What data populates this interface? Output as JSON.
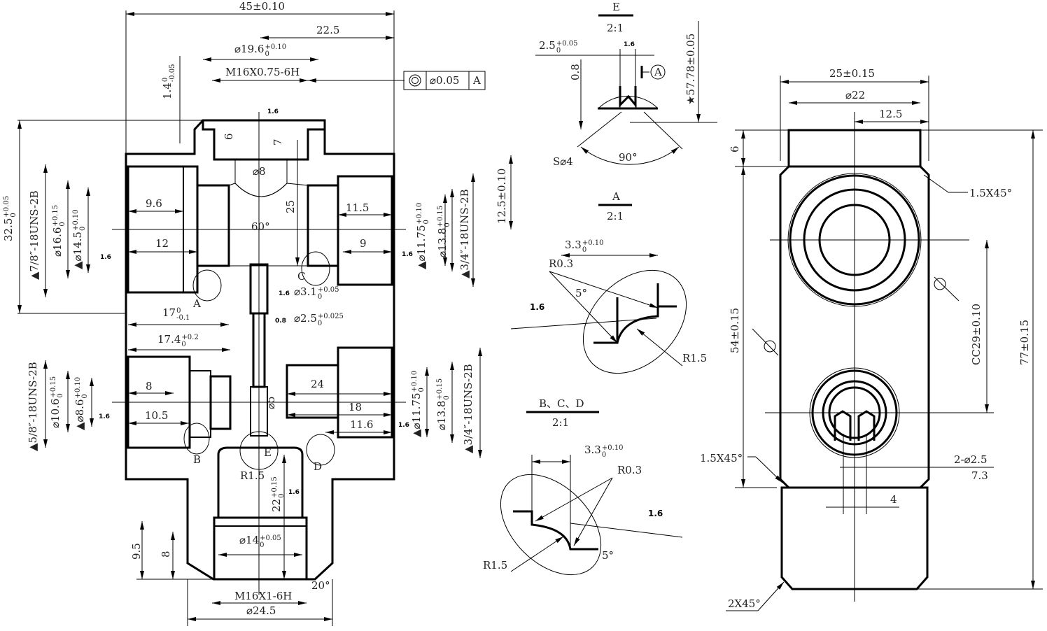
{
  "main_view": {
    "overall_width": "45±0.10",
    "half_width": "22.5",
    "top_counterbore_dia": "⌀19.6",
    "top_counterbore_tol": [
      "+0.10",
      "0"
    ],
    "top_thread": "M16X0.75-6H",
    "top_depth": "1.4",
    "top_depth_tol": [
      "0",
      "-0.05"
    ],
    "top_roughness": "1.6",
    "gdt": {
      "symbol": "concentricity",
      "tolerance": "⌀0.05",
      "datum": "A"
    },
    "depth_6": "6",
    "depth_7": "7",
    "bore_8": "⌀8",
    "height_32": "32.5",
    "height_32_tol": [
      "+0.05",
      "0"
    ],
    "left_upper_thread": "7/8″-18UNS-2B",
    "left_upper_d1": "⌀16.6",
    "left_upper_d1_tol": [
      "+0.15",
      "0"
    ],
    "left_upper_d2": "⌀14.5",
    "left_upper_d2_tol": [
      "+0.10",
      "0"
    ],
    "left_upper_depth1": "9.6",
    "left_upper_depth2": "12",
    "left_upper_roughness": "1.6",
    "dim_17": "17",
    "dim_17_tol": [
      "0",
      "-0.1"
    ],
    "dim_17_4": "17.4",
    "dim_17_4_tol": [
      "+0.2",
      "0"
    ],
    "angle_60": "60°",
    "dim_25": "25",
    "dia_3_1": "⌀3.1",
    "dia_3_1_tol": [
      "+0.05",
      "0"
    ],
    "dia_2_5": "⌀2.5",
    "dia_2_5_tol": [
      "+0.025",
      "0"
    ],
    "roughness_08": "0.8",
    "right_upper_depth1": "11.5",
    "right_upper_depth2": "9",
    "right_upper_d1": "⌀11.75",
    "right_upper_d1_tol": [
      "+0.10",
      "0"
    ],
    "right_upper_d2": "⌀13.8",
    "right_upper_d2_tol": [
      "+0.15",
      "0"
    ],
    "right_upper_thread": "3/4″-18UNS-2B",
    "right_offset": "12.5±0.10",
    "left_lower_thread": "5/8″-18UNS-2B",
    "left_lower_d1": "⌀10.6",
    "left_lower_d1_tol": [
      "+0.15",
      "0"
    ],
    "left_lower_d2": "⌀8.6",
    "left_lower_d2_tol": [
      "+0.10",
      "0"
    ],
    "left_lower_depth1": "8",
    "left_lower_depth2": "10.5",
    "dia_5": "⌀5",
    "dim_24": "24",
    "dim_18": "18",
    "dim_11_6": "11.6",
    "right_lower_d1": "⌀11.75",
    "right_lower_d1_tol": [
      "+0.10",
      "0"
    ],
    "right_lower_d2": "⌀13.8",
    "right_lower_d2_tol": [
      "+0.15",
      "0"
    ],
    "right_lower_thread": "3/4″-18UNS-2B",
    "radius_1_5": "R1.5",
    "depth_22": "22",
    "depth_22_tol": [
      "+0.15",
      "0"
    ],
    "bottom_bore": "⌀14",
    "bottom_bore_tol": [
      "+0.05",
      "0"
    ],
    "dim_9_5": "9.5",
    "dim_8": "8",
    "bottom_thread": "M16X1-6H",
    "bottom_dia": "⌀24.5",
    "angle_20": "20°",
    "detail_labels": [
      "A",
      "B",
      "C",
      "D",
      "E"
    ],
    "roughness": "1.6"
  },
  "detail_e": {
    "title": "E",
    "scale": "2:1",
    "width": "2.5",
    "width_tol": [
      "+0.05",
      "0"
    ],
    "depth": "0.8",
    "datum": "A",
    "height": "★57.78±0.05",
    "sphere": "S⌀4",
    "angle": "90°",
    "roughness": "1.6"
  },
  "detail_a": {
    "title": "A",
    "scale": "2:1",
    "dim": "3.3",
    "dim_tol": [
      "+0.10",
      "0"
    ],
    "radius_small": "R0.3",
    "radius_large": "R1.5",
    "angle": "5°",
    "roughness": "1.6"
  },
  "detail_bcd": {
    "title": "B、C、D",
    "scale": "2:1",
    "dim": "3.3",
    "dim_tol": [
      "+0.10",
      "0"
    ],
    "radius_small": "R0.3",
    "radius_large": "R1.5",
    "angle": "5°",
    "roughness": "1.6"
  },
  "side_view": {
    "width": "25±0.15",
    "dia_22": "⌀22",
    "half": "12.5",
    "top_h": "6",
    "chamfer_top": "1.5X45°",
    "body_h": "54±0.15",
    "center_dist": "CC29±0.10",
    "total_h": "77±0.15",
    "chamfer_bottom": "1.5X45°",
    "holes": "2-⌀2.5",
    "hole_offset": "7.3",
    "hole_spacing": "4",
    "chamfer_end": "2X45°"
  }
}
